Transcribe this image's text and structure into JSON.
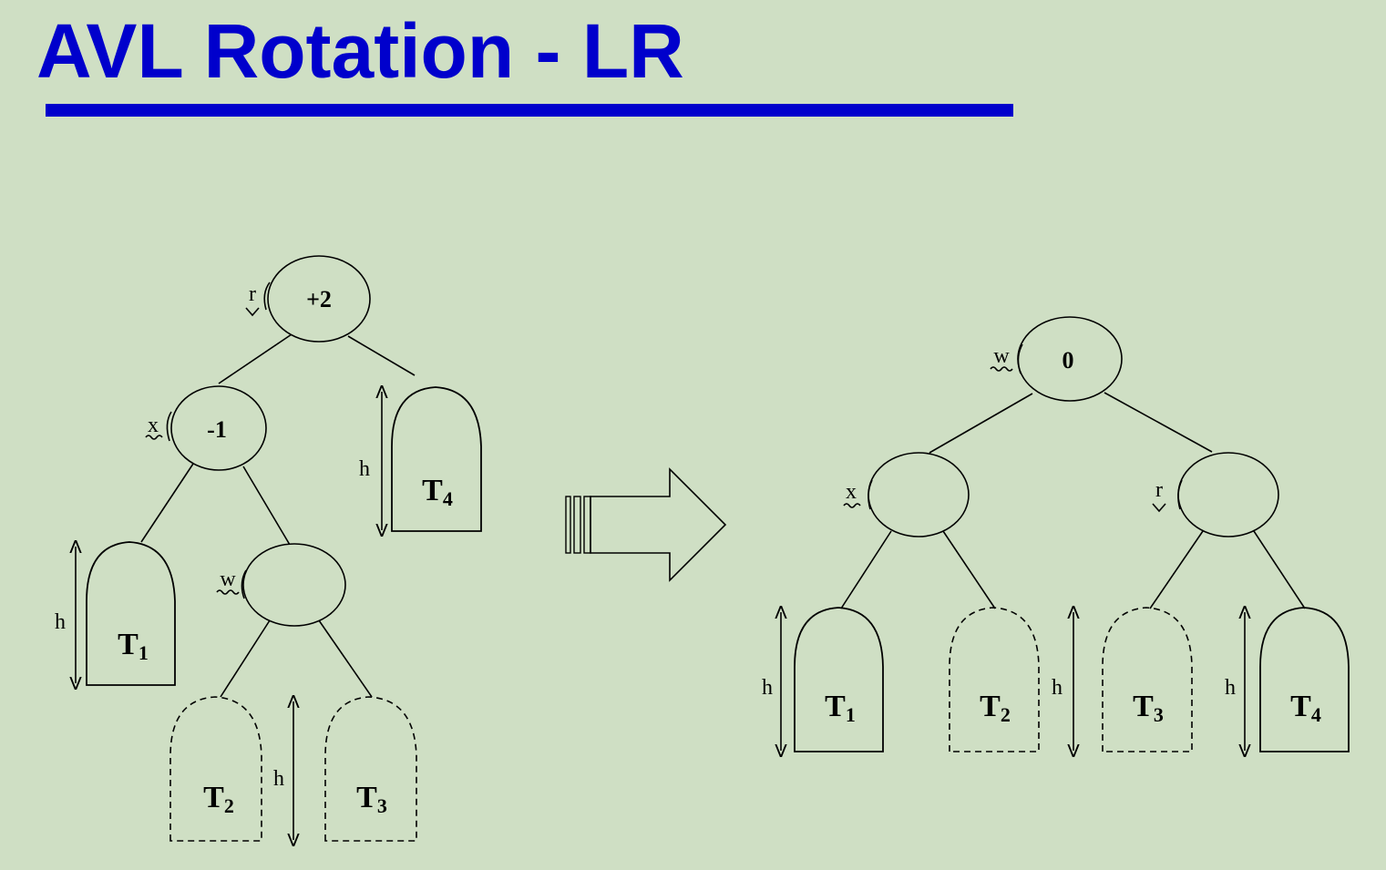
{
  "slide": {
    "title": "AVL Rotation - LR",
    "title_color": "#0000cc",
    "background_color": "#cfdfc4"
  },
  "before": {
    "nodes": {
      "r": {
        "label": "r",
        "balance": "+2"
      },
      "x": {
        "label": "x",
        "balance": "-1"
      },
      "w": {
        "label": "w",
        "balance": ""
      }
    },
    "subtrees": {
      "t1": {
        "name": "T",
        "sub": "1",
        "style": "solid"
      },
      "t2": {
        "name": "T",
        "sub": "2",
        "style": "dashed"
      },
      "t3": {
        "name": "T",
        "sub": "3",
        "style": "dashed"
      },
      "t4": {
        "name": "T",
        "sub": "4",
        "style": "solid"
      }
    },
    "height_label": "h"
  },
  "after": {
    "nodes": {
      "w": {
        "label": "w",
        "balance": "0"
      },
      "x": {
        "label": "x",
        "balance": ""
      },
      "r": {
        "label": "r",
        "balance": ""
      }
    },
    "subtrees": {
      "t1": {
        "name": "T",
        "sub": "1",
        "style": "solid"
      },
      "t2": {
        "name": "T",
        "sub": "2",
        "style": "dashed"
      },
      "t3": {
        "name": "T",
        "sub": "3",
        "style": "dashed"
      },
      "t4": {
        "name": "T",
        "sub": "4",
        "style": "solid"
      }
    },
    "height_label": "h"
  },
  "arrow_icon": "right-block-arrow-icon"
}
